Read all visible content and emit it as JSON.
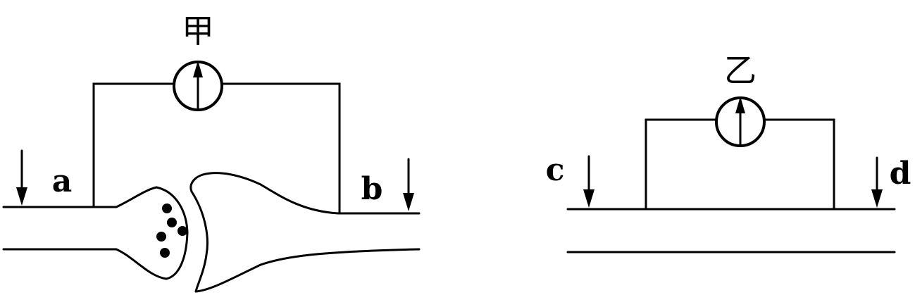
{
  "labels": {
    "jia": "甲",
    "yi": "乙",
    "a": "a",
    "b": "b",
    "c": "c",
    "d": "d"
  }
}
